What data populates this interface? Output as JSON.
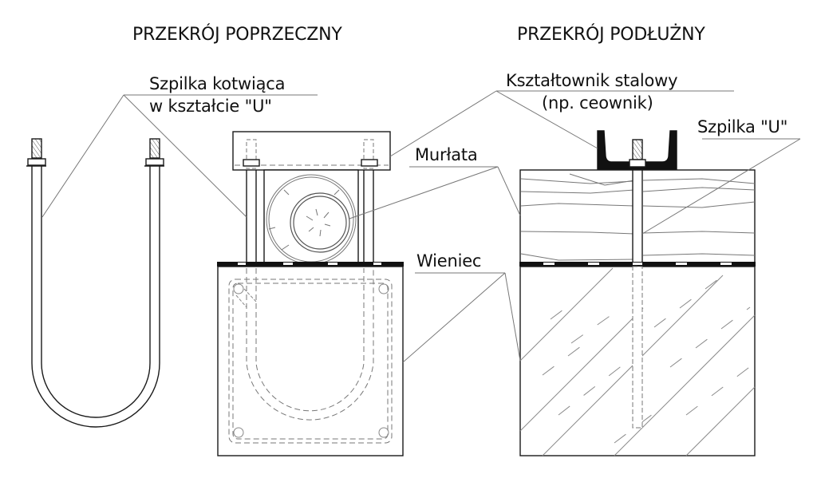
{
  "titles": {
    "cross_section": "PRZEKRÓJ POPRZECZNY",
    "longitudinal_section": "PRZEKRÓJ PODŁUŻNY"
  },
  "labels": {
    "u_bolt_line1": "Szpilka kotwiąca",
    "u_bolt_line2": "w kształcie \"U\"",
    "steel_profile_line1": "Kształtownik stalowy",
    "steel_profile_line2": "(np. ceownik)",
    "u_pin": "Szpilka \"U\"",
    "wall_plate": "Murłata",
    "ring_beam": "Wieniec"
  },
  "colors": {
    "line": "#1a1a1a",
    "leader": "#777777",
    "hatch": "#8a8a8a",
    "background": "#ffffff"
  }
}
